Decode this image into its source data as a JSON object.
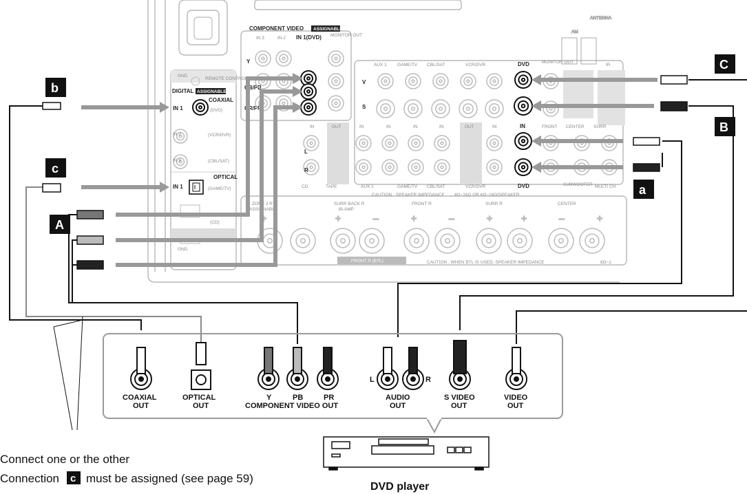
{
  "receiver": {
    "component_video": {
      "title": "COMPONENT VIDEO",
      "badge": "ASSIGNABLE",
      "in3": "IN 3",
      "in2": "IN 2",
      "in1": "IN 1(DVD)",
      "monitor_out": "MONITOR OUT",
      "y": "Y",
      "cb": "CB/PB",
      "cr": "CR/PR"
    },
    "digital": {
      "title": "DIGITAL",
      "badge": "ASSIGNABLE",
      "coaxial": "COAXIAL",
      "in1": "IN 1",
      "dvd": "(DVD)",
      "in2": "IN 2",
      "vcr": "(VCR/DVR)",
      "in3": "IN 3",
      "cbl": "(CBL/SAT)",
      "optical": "OPTICAL",
      "opt_in1": "IN 1",
      "gametv": "(GAME/TV)",
      "cd": "(CD)"
    },
    "remote": "REMOTE CONTROL",
    "gnd": "GND",
    "antenna": "ANTENNA",
    "am": "AM",
    "video_row": {
      "aux1": "AUX 1",
      "gametv": "GAME/TV",
      "cblsat": "CBL/SAT",
      "vcrdvr": "VCR/DVR",
      "dvd": "DVD",
      "monitor_out": "MONITOR OUT",
      "v": "V",
      "s": "S",
      "ir": "IR",
      "in": "IN"
    },
    "audio_row": {
      "in": "IN",
      "out": "OUT",
      "front": "FRONT",
      "center": "CENTER",
      "surr": "SURR",
      "cd": "CD",
      "tape": "TAPE",
      "aux1": "AUX 1",
      "gametv": "GAME/TV",
      "cblsat": "CBL/SAT",
      "vcrdvr": "VCR/DVR",
      "dvd": "DVD",
      "subwoofer": "SUBWOOFER",
      "multich": "MULTI CH",
      "l": "L",
      "r": "R"
    },
    "speaker": {
      "zone2": "ZONE 2 R",
      "assignable": "ASSIGNABLE",
      "surrback": "SURR BACK R",
      "biamp": "Bi-AMP",
      "front": "FRONT R",
      "surr": "SURR R",
      "center": "CENTER",
      "caution1": "CAUTION : SPEAKER IMPEDANCE",
      "impedance": "4Ω~16Ω OR 6Ω~16Ω/SPEAKER",
      "caution2": "CAUTION : WHEN BTL IS USED, SPEAKER IMPEDANCE",
      "caution2_val": "8Ω~1",
      "frontbtl": "FRONT R (BTL)"
    }
  },
  "tags": {
    "A": "A",
    "B": "B",
    "C": "C",
    "a": "a",
    "b": "b",
    "c": "c"
  },
  "dvd_panel": {
    "coaxial": [
      "COAXIAL",
      "OUT"
    ],
    "optical": [
      "OPTICAL",
      "OUT"
    ],
    "y": "Y",
    "pb": "PB",
    "pr": "PR",
    "component": "COMPONENT VIDEO OUT",
    "audio": [
      "AUDIO",
      "OUT"
    ],
    "l": "L",
    "r": "R",
    "svideo": [
      "S VIDEO",
      "OUT"
    ],
    "video": [
      "VIDEO",
      "OUT"
    ]
  },
  "device": "DVD player",
  "notes": {
    "line1": "Connect one or the other",
    "line2_pre": "Connection",
    "line2_tag": "c",
    "line2_post": "must be assigned (see page 59)"
  },
  "colors": {
    "cable": "#999999",
    "wire": "#111111",
    "panel": "#dddddd",
    "tag": "#111111"
  }
}
